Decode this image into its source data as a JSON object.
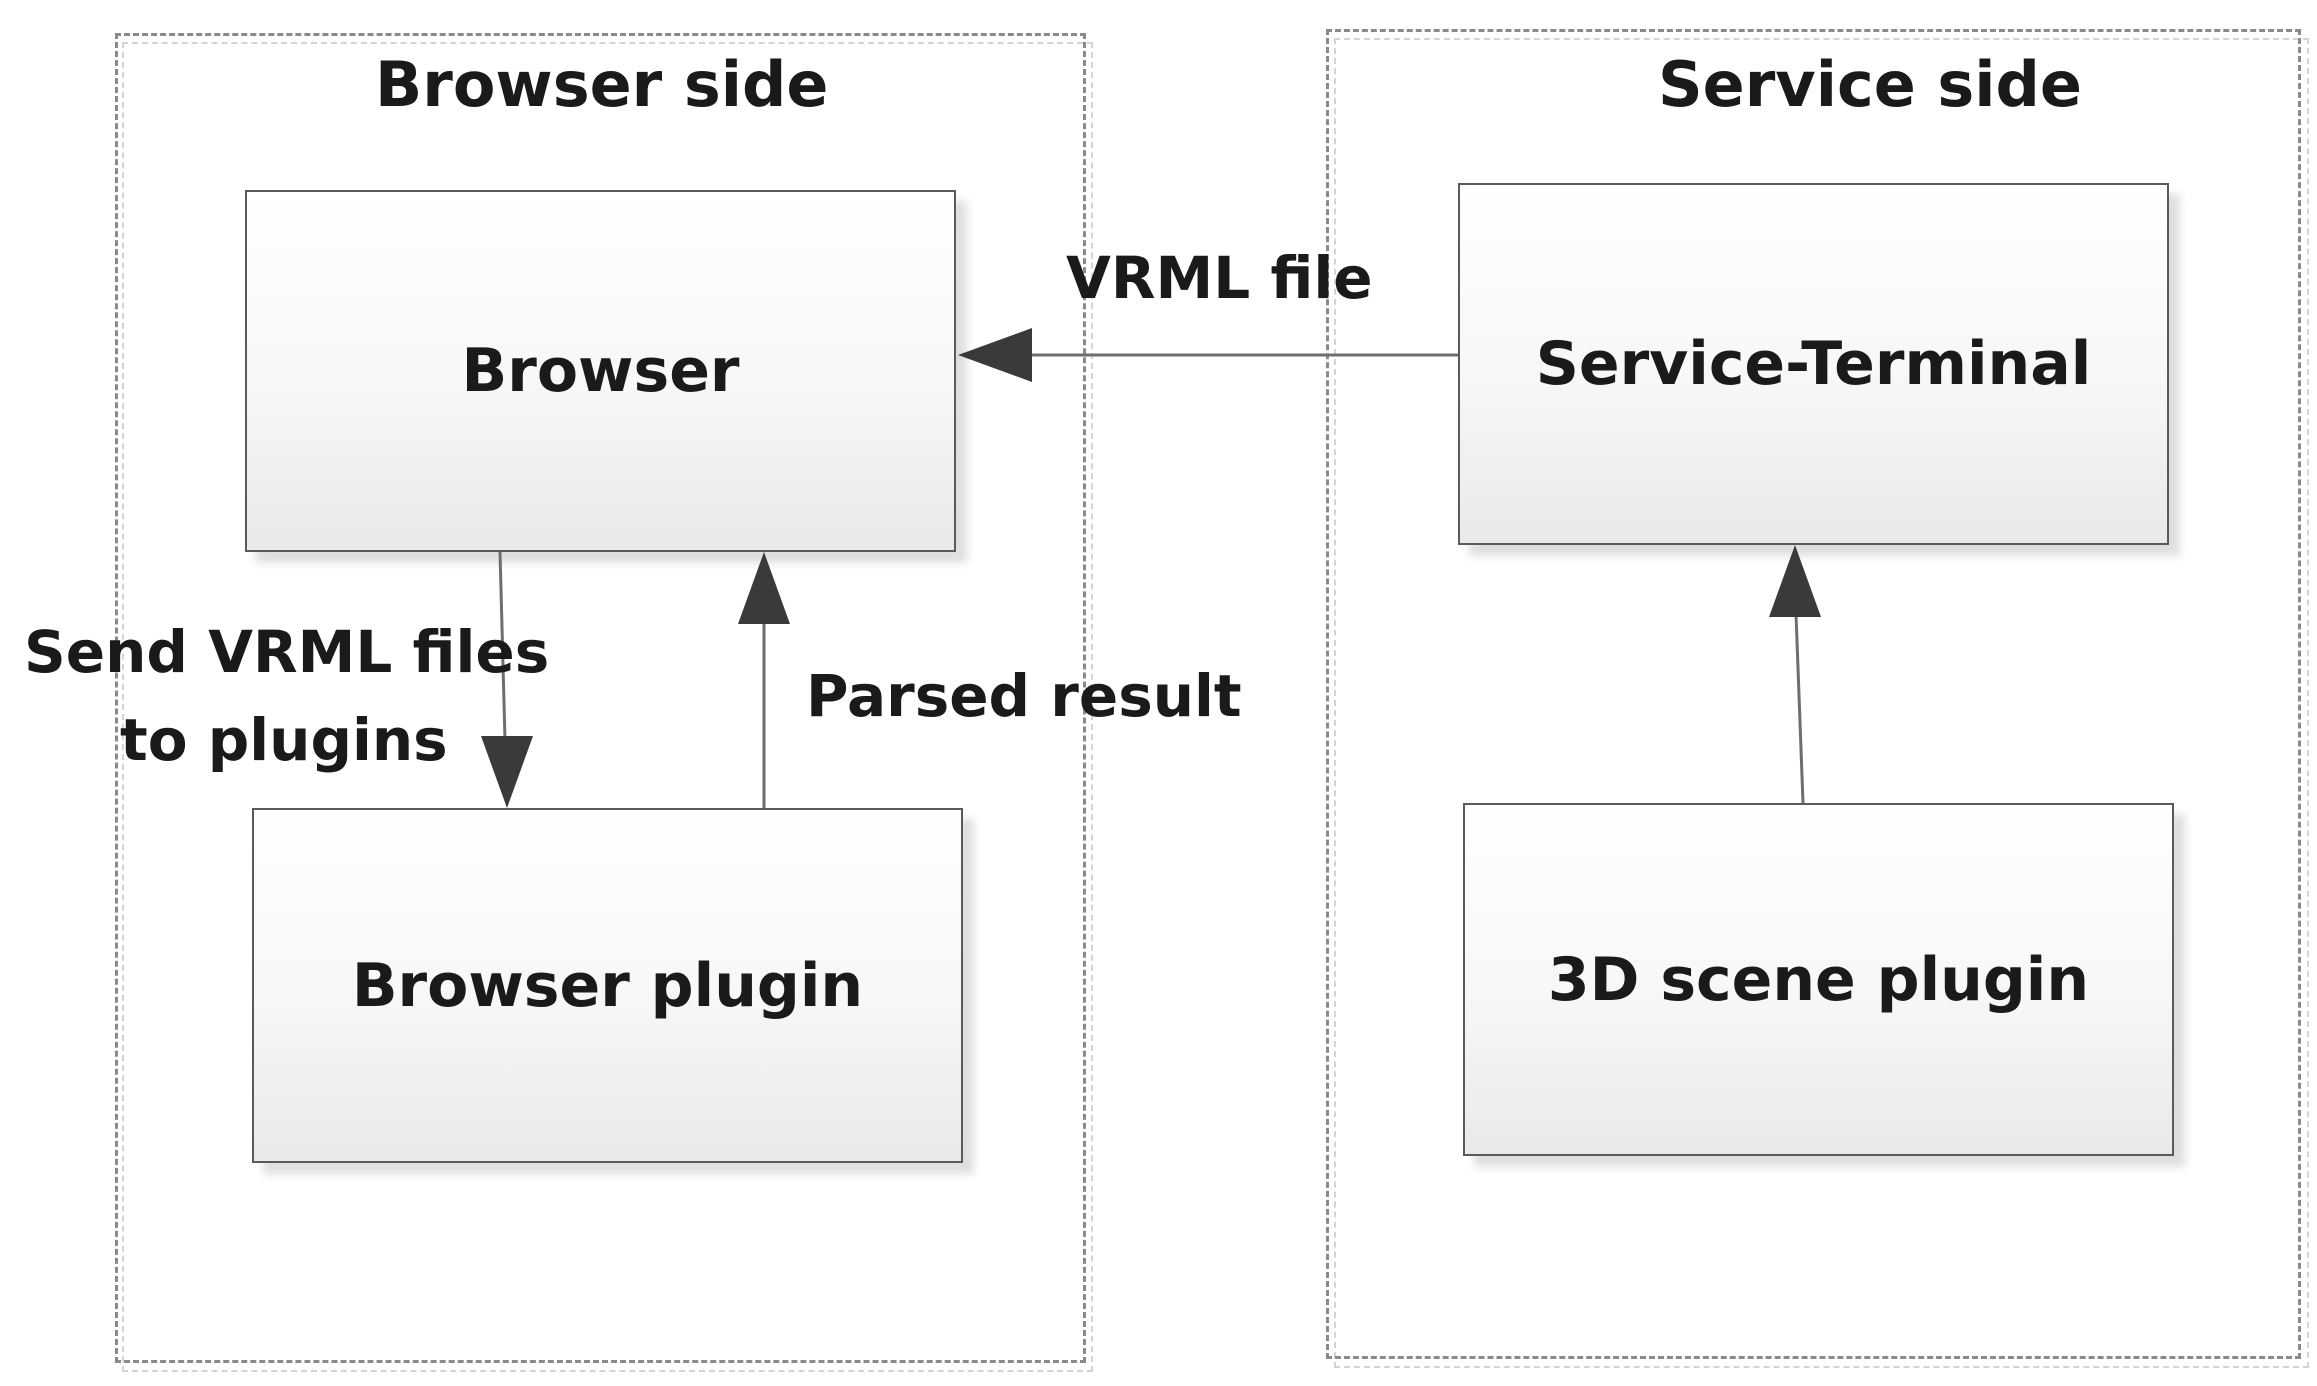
{
  "groups": {
    "browser_side": {
      "title": "Browser side"
    },
    "service_side": {
      "title": "Service side"
    }
  },
  "nodes": {
    "browser": {
      "label": "Browser"
    },
    "browser_plugin": {
      "label": "Browser plugin"
    },
    "service_terminal": {
      "label": "Service-Terminal"
    },
    "scene_plugin": {
      "label": "3D scene plugin"
    }
  },
  "edges": {
    "vrml_file": {
      "label": "VRML file",
      "from": "Service-Terminal",
      "to": "Browser"
    },
    "send_vrml": {
      "label_line1": "Send VRML files",
      "label_line2": "to plugins",
      "from": "Browser",
      "to": "Browser plugin"
    },
    "parsed_result": {
      "label": "Parsed result",
      "from": "Browser plugin",
      "to": "Browser"
    },
    "scene_to_terminal": {
      "from": "3D scene plugin",
      "to": "Service-Terminal"
    }
  }
}
